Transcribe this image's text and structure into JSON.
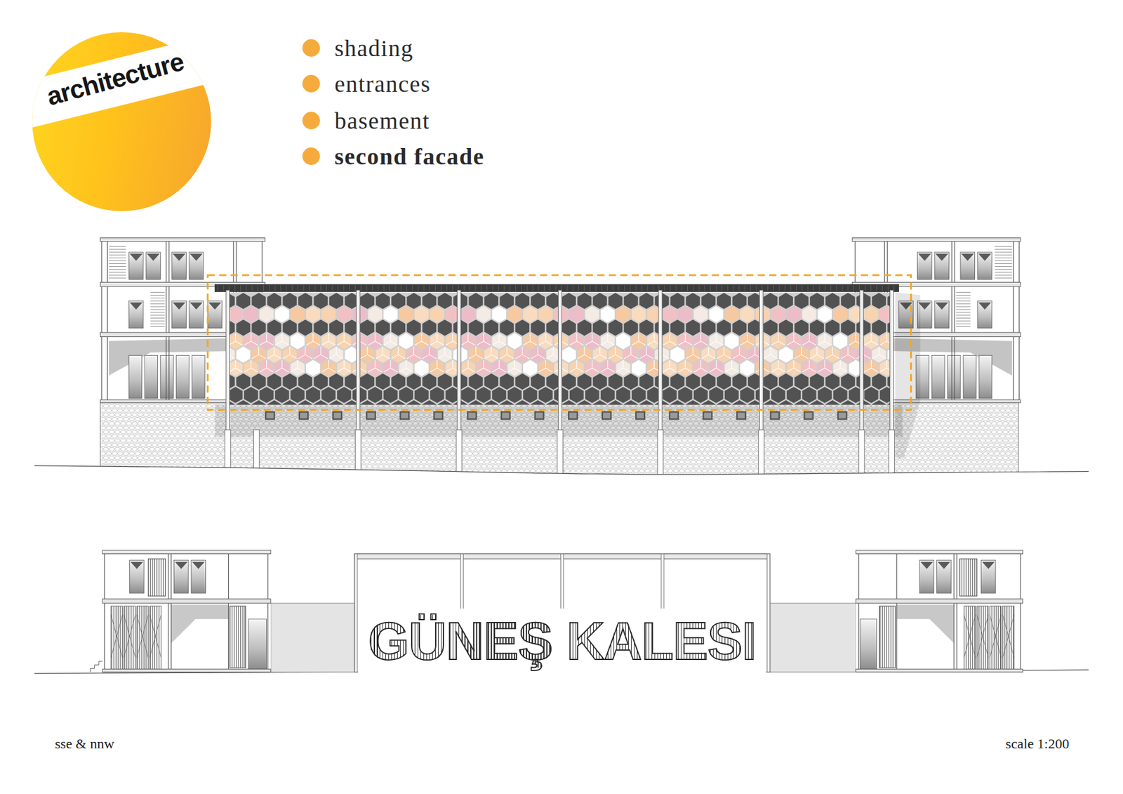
{
  "diagram": {
    "nodes": [
      {
        "text": [
          "architecture"
        ]
      }
    ],
    "labels": [
      "GÜNEŞ KALESI",
      "sse & nnw",
      "scale 1:200"
    ],
    "legend": [
      {
        "text": "shading",
        "color": "#f5ab3c"
      },
      {
        "text": "entrances",
        "color": "#f5ab3c"
      },
      {
        "text": "basement",
        "color": "#f5ab3c"
      },
      {
        "text": "second facade",
        "color": "#f5ab3c"
      }
    ]
  }
}
